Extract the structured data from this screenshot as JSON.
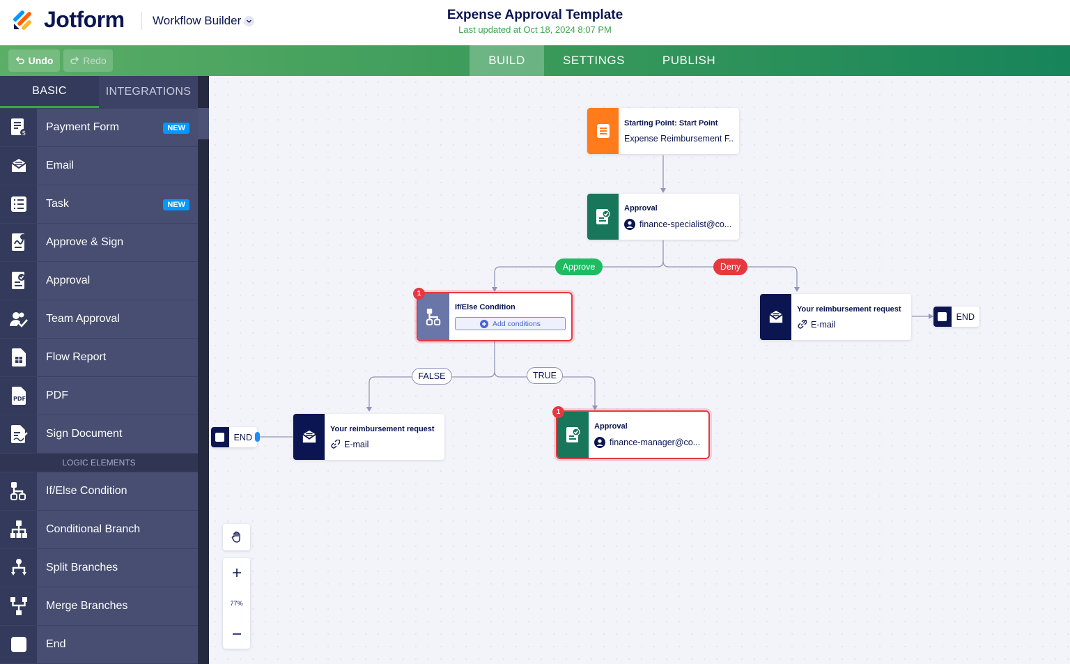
{
  "header": {
    "logo_text": "Jotform",
    "product": "Workflow Builder",
    "doc_title": "Expense Approval Template",
    "doc_subtitle": "Last updated at Oct 18, 2024 8:07 PM"
  },
  "toolbar": {
    "undo": "Undo",
    "redo": "Redo",
    "tabs": [
      "BUILD",
      "SETTINGS",
      "PUBLISH"
    ],
    "active_tab": "BUILD"
  },
  "sidebar": {
    "tabs": [
      "BASIC",
      "INTEGRATIONS"
    ],
    "items": [
      {
        "label": "Payment Form",
        "badge": "NEW",
        "icon": "payment-form-icon"
      },
      {
        "label": "Email",
        "icon": "email-icon"
      },
      {
        "label": "Task",
        "badge": "NEW",
        "icon": "task-icon"
      },
      {
        "label": "Approve & Sign",
        "icon": "approve-sign-icon"
      },
      {
        "label": "Approval",
        "icon": "approval-icon"
      },
      {
        "label": "Team Approval",
        "icon": "team-approval-icon"
      },
      {
        "label": "Flow Report",
        "icon": "flow-report-icon"
      },
      {
        "label": "PDF",
        "icon": "pdf-icon"
      },
      {
        "label": "Sign Document",
        "icon": "sign-document-icon"
      }
    ],
    "logic_header": "LOGIC ELEMENTS",
    "logic_items": [
      {
        "label": "If/Else Condition",
        "icon": "if-else-icon"
      },
      {
        "label": "Conditional Branch",
        "icon": "conditional-branch-icon"
      },
      {
        "label": "Split Branches",
        "icon": "split-branches-icon"
      },
      {
        "label": "Merge Branches",
        "icon": "merge-branches-icon"
      },
      {
        "label": "End",
        "icon": "end-icon"
      }
    ]
  },
  "canvas": {
    "start": {
      "title": "Starting Point: Start Point",
      "subtitle": "Expense Reimbursement F..."
    },
    "approval1": {
      "title": "Approval",
      "assignee": "finance-specialist@co..."
    },
    "approve_label": "Approve",
    "deny_label": "Deny",
    "ifelse": {
      "title": "If/Else Condition",
      "add": "Add conditions",
      "error_count": "1"
    },
    "email_deny": {
      "title": "Your reimbursement request",
      "type": "E-mail"
    },
    "end_right": "END",
    "false_label": "FALSE",
    "true_label": "TRUE",
    "email_false": {
      "title": "Your reimbursement request",
      "type": "E-mail"
    },
    "end_left": "END",
    "approval2": {
      "title": "Approval",
      "assignee": "finance-manager@co...",
      "error_count": "1"
    },
    "zoom": "77%"
  },
  "colors": {
    "navy": "#0a1551",
    "green": "#3ca54a",
    "orange": "#ff7b1c",
    "approval_green": "#18765a",
    "ifelse_purple": "#6a75a8",
    "error_red": "#e53940"
  }
}
